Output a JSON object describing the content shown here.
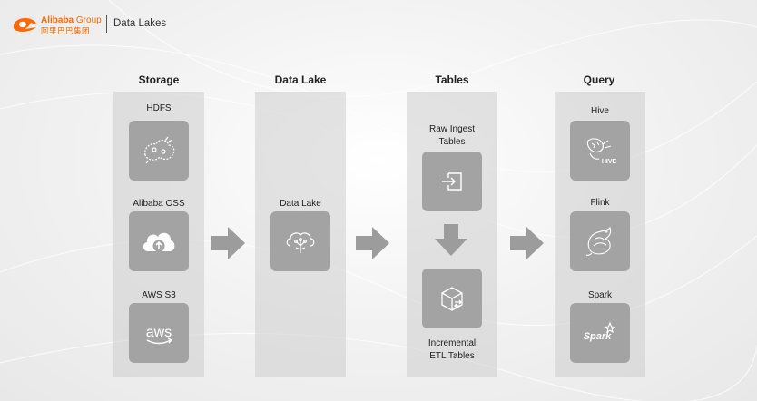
{
  "header": {
    "logo_text_brand": "Alibaba",
    "logo_text_group": "Group",
    "logo_text_cn": "阿里巴巴集团",
    "title": "Data Lakes"
  },
  "columns": {
    "storage": {
      "heading": "Storage",
      "items": [
        {
          "label": "HDFS",
          "icon": "hdfs-icon"
        },
        {
          "label": "Alibaba OSS",
          "icon": "oss-cloud-icon"
        },
        {
          "label": "AWS S3",
          "icon": "aws-icon"
        }
      ]
    },
    "data_lake": {
      "heading": "Data Lake",
      "items": [
        {
          "label": "Data Lake",
          "icon": "data-lake-icon"
        }
      ]
    },
    "tables": {
      "heading": "Tables",
      "items": [
        {
          "label": "Raw Ingest Tables",
          "line1": "Raw Ingest",
          "line2": "Tables",
          "icon": "ingest-icon"
        },
        {
          "label": "Incremental ETL Tables",
          "line1": "Incremental",
          "line2": "ETL Tables",
          "icon": "etl-cube-icon"
        }
      ]
    },
    "query": {
      "heading": "Query",
      "items": [
        {
          "label": "Hive",
          "icon": "hive-icon",
          "icon_text": "HIVE"
        },
        {
          "label": "Flink",
          "icon": "flink-icon"
        },
        {
          "label": "Spark",
          "icon": "spark-icon",
          "icon_text": "Spark"
        }
      ]
    }
  },
  "colors": {
    "brand": "#ff6a00",
    "tile": "#a3a3a3",
    "arrow": "#9c9c9c",
    "column_bg": "#d4d4d4"
  }
}
